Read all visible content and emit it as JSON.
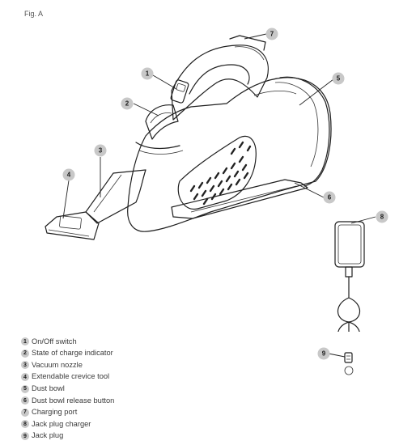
{
  "figure": {
    "label": "Fig. A"
  },
  "callouts": [
    "1",
    "2",
    "3",
    "4",
    "5",
    "6",
    "7",
    "8",
    "9"
  ],
  "legend": [
    {
      "num": "1",
      "text": "On/Off switch"
    },
    {
      "num": "2",
      "text": "State of charge indicator"
    },
    {
      "num": "3",
      "text": "Vacuum nozzle"
    },
    {
      "num": "4",
      "text": "Extendable crevice tool"
    },
    {
      "num": "5",
      "text": "Dust bowl"
    },
    {
      "num": "6",
      "text": "Dust bowl release button"
    },
    {
      "num": "7",
      "text": "Charging port"
    },
    {
      "num": "8",
      "text": "Jack plug charger"
    },
    {
      "num": "9",
      "text": "Jack plug"
    }
  ]
}
